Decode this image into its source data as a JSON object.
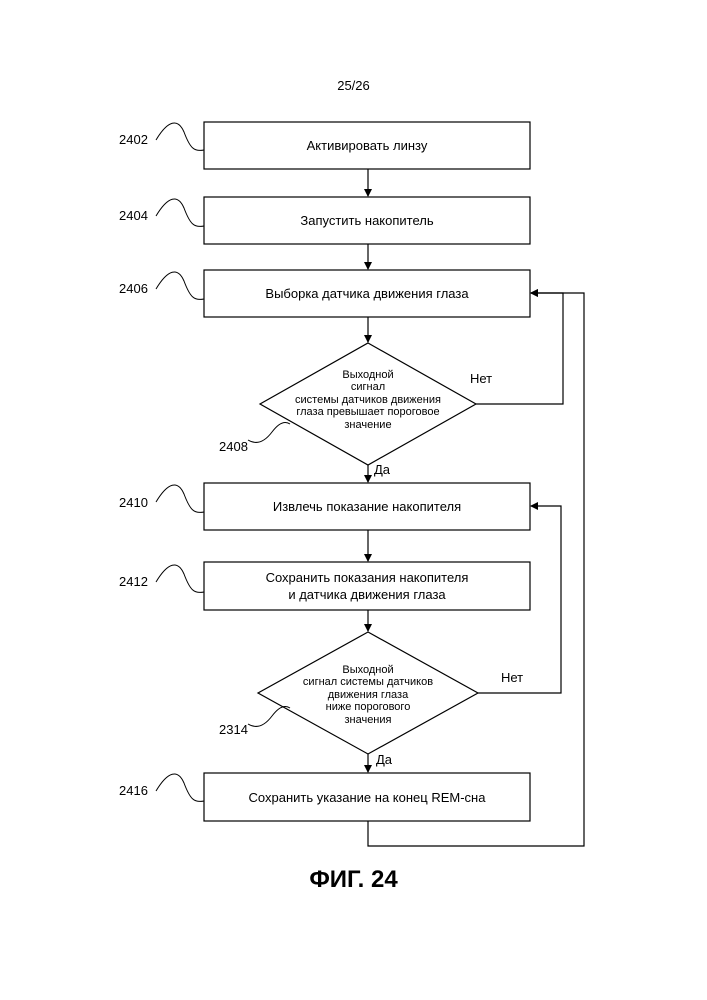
{
  "page_number": "25/26",
  "figure_caption": "ФИГ. 24",
  "steps": [
    {
      "ref": "2402",
      "label": "Активировать линзу"
    },
    {
      "ref": "2404",
      "label": "Запустить накопитель"
    },
    {
      "ref": "2406",
      "label": "Выборка датчика движения глаза"
    },
    {
      "ref": "2408",
      "label": "Выходной\nсигнал\nсистемы датчиков движения\nглаза превышает пороговое\nзначение",
      "yes": "Да",
      "no": "Нет"
    },
    {
      "ref": "2410",
      "label": "Извлечь показание накопителя"
    },
    {
      "ref": "2412",
      "label": "Сохранить показания накопителя и датчика движения глаза"
    },
    {
      "ref": "2314",
      "label": "Выходной\nсигнал системы датчиков\nдвижения глаза\nниже порогового\nзначения",
      "yes": "Да",
      "no": "Нет"
    },
    {
      "ref": "2416",
      "label": "Сохранить указание на конец REM-сна"
    }
  ]
}
